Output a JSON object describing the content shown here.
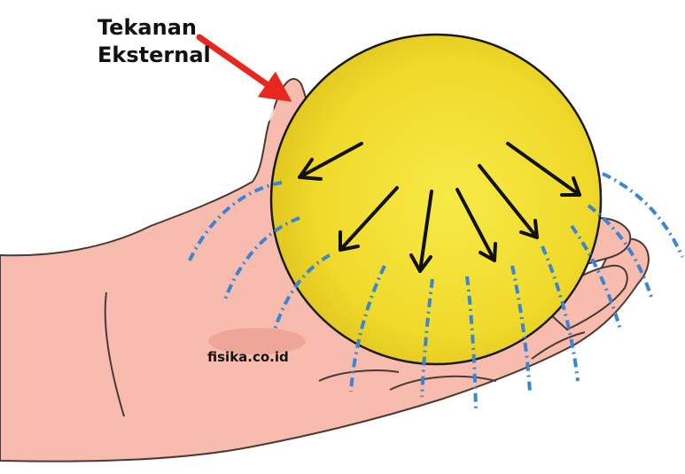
{
  "labels": {
    "pressure_line1": "Tekanan",
    "pressure_line2": "Eksternal"
  },
  "watermark": "fisika.co.id",
  "colors": {
    "ball": "#f3e032",
    "ball_outline": "#1a1a1a",
    "pressure_arrow": "#e8281e",
    "force_arrow": "#111111",
    "pressure_lines": "#3a86d4",
    "skin": "#f7bcae",
    "skin_outline": "#4a3a36"
  },
  "icons": [
    "external-pressure-arrow",
    "internal-force-arrow",
    "pressure-wave-line"
  ]
}
